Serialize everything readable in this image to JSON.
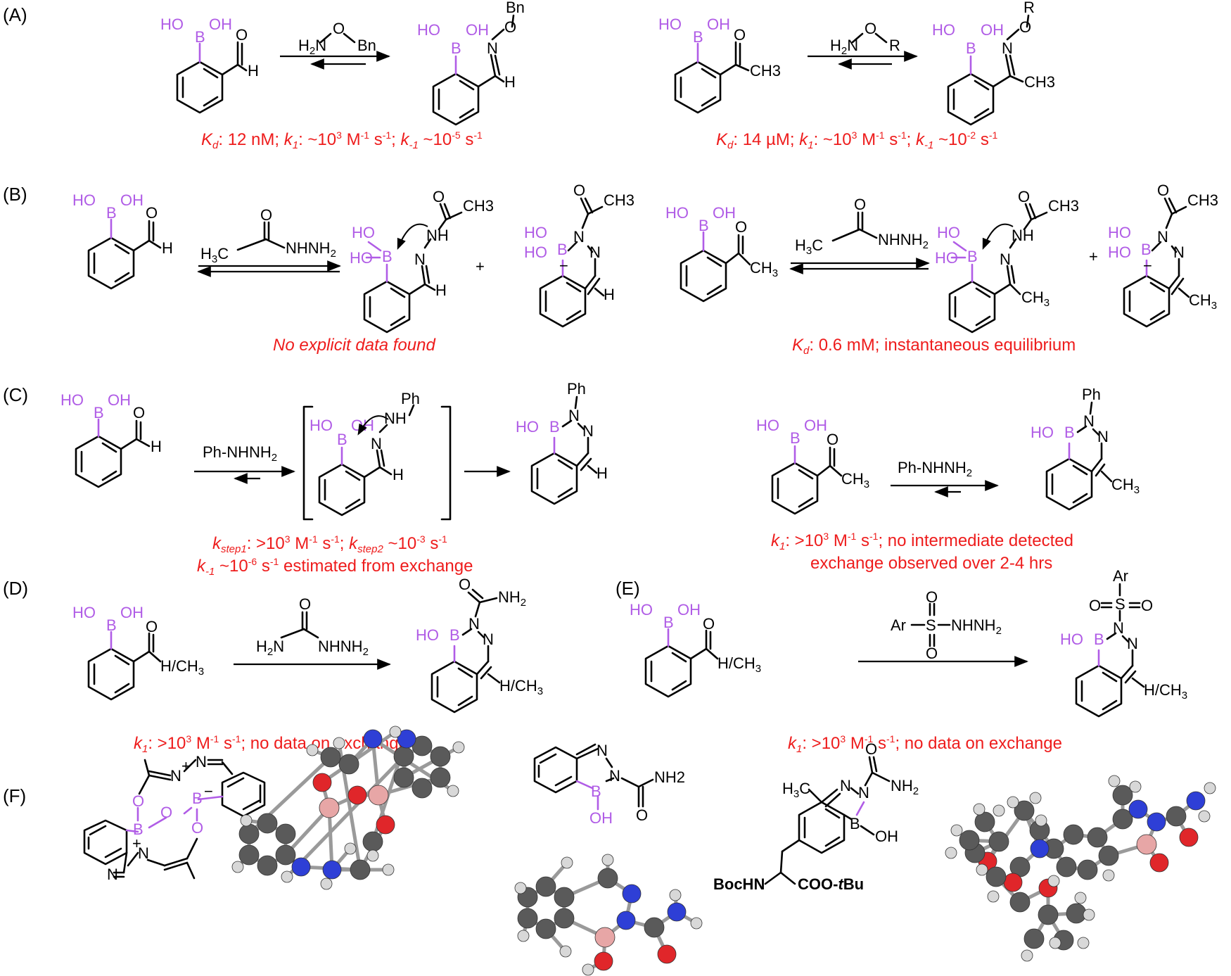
{
  "panels": {
    "A": "(A)",
    "B": "(B)",
    "C": "(C)",
    "D": "(D)",
    "E": "(E)",
    "F": "(F)"
  },
  "atoms": {
    "HO": "HO",
    "OH": "OH",
    "B": "B",
    "O": "O",
    "H": "H",
    "N": "N",
    "NH": "NH",
    "CH3": "CH3",
    "Bn": "Bn",
    "R": "R",
    "Ph": "Ph",
    "Ar": "Ar",
    "S": "S",
    "minus": "−",
    "plus": "+",
    "plus_sign": "+",
    "NH2": "NH2",
    "HCH3": "H/CH3",
    "NHNH2": "NHNH",
    "H3C": "H3C",
    "BocHN": "BocHN",
    "COOtBu": "COO-tBu"
  },
  "reagents": {
    "a_left": {
      "H2": "H",
      "sub": "2",
      "N": "N",
      "O": "O",
      "Bn": "Bn"
    },
    "a_right": {
      "H2": "H",
      "sub": "2",
      "N": "N",
      "O": "O",
      "R": "R"
    },
    "acethydrazide": {
      "H3C": "H",
      "sub3": "3",
      "C": "C",
      "NHNH": "NHNH",
      "sub2": "2"
    },
    "phenylhydrazine": {
      "text": "Ph-NHNH",
      "sub": "2"
    },
    "semicarbazide": {
      "H2N": "H",
      "sub": "2",
      "N": "N",
      "NHNH": "NHNH",
      "sub2": "2"
    },
    "sulfonyl": {
      "text": "Ar",
      "S": "S",
      "NHNH": "NHNH",
      "sub": "2"
    }
  },
  "captions": {
    "a_left": {
      "k_d": "K",
      "k_d_sub": "d",
      "rest": ": 12 nM;  ",
      "k1": "k",
      "k1_sub": "1",
      "k1_val": ": ~10",
      "k1_exp": "3",
      "k1_units": " M",
      "k1_e1": "-1",
      "k1_s": " s",
      "k1_e2": "-1",
      "sep": ";  ",
      "km1": "k",
      "km1_sub": "-1",
      "km1_val": " ~10",
      "km1_exp": "-5",
      "km1_s": " s",
      "km1_e": "-1"
    },
    "a_right": {
      "k_d": "K",
      "k_d_sub": "d",
      "rest": ": 14 µM;  ",
      "k1": "k",
      "k1_sub": "1",
      "k1_val": ": ~10",
      "k1_exp": "3",
      "k1_units": " M",
      "k1_e1": "-1",
      "k1_s": " s",
      "k1_e2": "-1",
      "sep": ";  ",
      "km1": "k",
      "km1_sub": "-1",
      "km1_val": " ~10",
      "km1_exp": "-2",
      "km1_s": " s",
      "km1_e": "-1"
    },
    "b_left": "No explicit data found",
    "b_right": {
      "k_d": "K",
      "k_d_sub": "d",
      "rest": ": 0.6 mM;  instantaneous equilibrium"
    },
    "c_left_1": {
      "k": "k",
      "sub1": "step1",
      "v1": ": >10",
      "e1": "3",
      "u1": " M",
      "e1b": "-1",
      "s1": " s",
      "e1c": "-1",
      "sep": ";  ",
      "k2": "k",
      "sub2": "step2",
      "v2": " ~10",
      "e2": "-3",
      "s2": " s",
      "e2b": "-1"
    },
    "c_left_2": {
      "k": "k",
      "sub": "-1",
      "v": " ~10",
      "e": "-6",
      "s": " s",
      "e2": "-1",
      "rest": " estimated from exchange"
    },
    "c_right_1": {
      "k": "k",
      "sub": "1",
      "v": ": >10",
      "e": "3",
      "u": " M",
      "e2": "-1",
      "s": " s",
      "e3": "-1",
      "rest": ";  no intermediate detected"
    },
    "c_right_2": "exchange observed over 2-4 hrs",
    "d": {
      "k": "k",
      "sub": "1",
      "v": ": >10",
      "e": "3",
      "u": " M",
      "e2": "-1",
      "s": " s",
      "e3": "-1",
      "rest": ";  no data on exchange"
    },
    "e": {
      "k": "k",
      "sub": "1",
      "v": ": >10",
      "e": "3",
      "u": " M",
      "e2": "-1",
      "s": " s",
      "e3": "-1",
      "rest": ";  no data on exchange"
    }
  },
  "colors": {
    "boron": "#b05ce6",
    "caption": "#ee1c1c",
    "ball_c": "#5a5a5a",
    "ball_h": "#d8d8d8",
    "ball_n": "#2e3fd6",
    "ball_o": "#e0262a",
    "ball_b": "#e7a6a6"
  }
}
